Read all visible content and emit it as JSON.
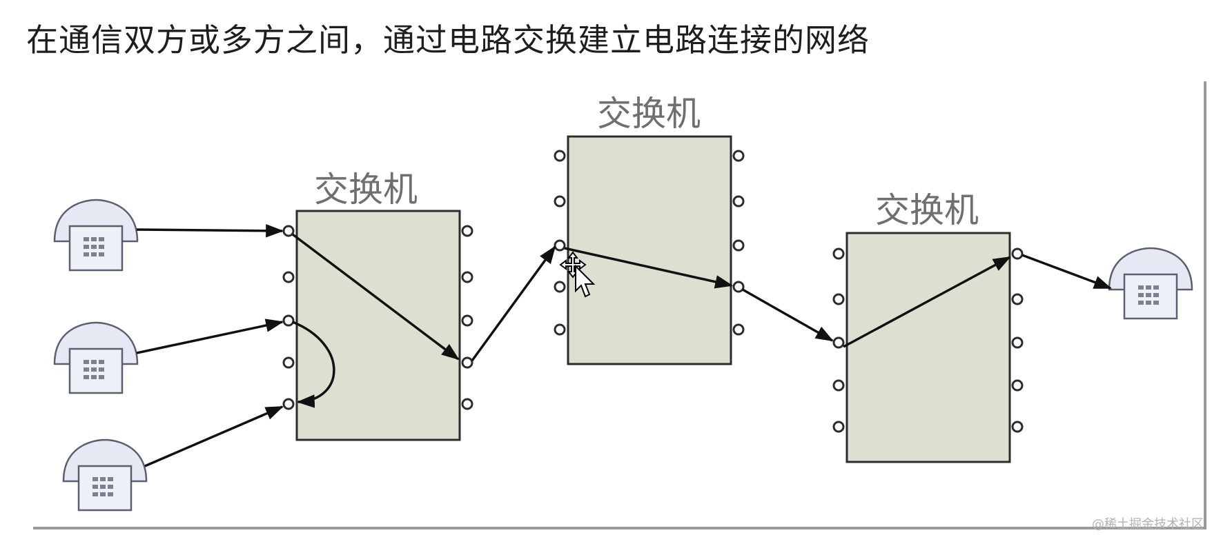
{
  "caption": "在通信双方或多方之间，通过电路交换建立电路连接的网络",
  "switches": [
    {
      "label": "交换机",
      "left_ports": 5,
      "right_ports": 5
    },
    {
      "label": "交换机",
      "left_ports": 5,
      "right_ports": 5
    },
    {
      "label": "交换机",
      "left_ports": 5,
      "right_ports": 5
    }
  ],
  "telephones": [
    {
      "name": "telephone-left-top"
    },
    {
      "name": "telephone-left-middle"
    },
    {
      "name": "telephone-left-bottom"
    },
    {
      "name": "telephone-right"
    }
  ],
  "icons": {
    "telephone": "telephone-icon",
    "cursor": "move-cursor-icon"
  },
  "colors": {
    "switch_fill": "#dddfd0",
    "switch_stroke": "#2b2b2b",
    "phone_fill": "#e6e9f4",
    "phone_stroke": "#5a5f70",
    "line": "#111111",
    "label": "#6f6f6f"
  },
  "watermark": "@稀土掘金技术社区"
}
